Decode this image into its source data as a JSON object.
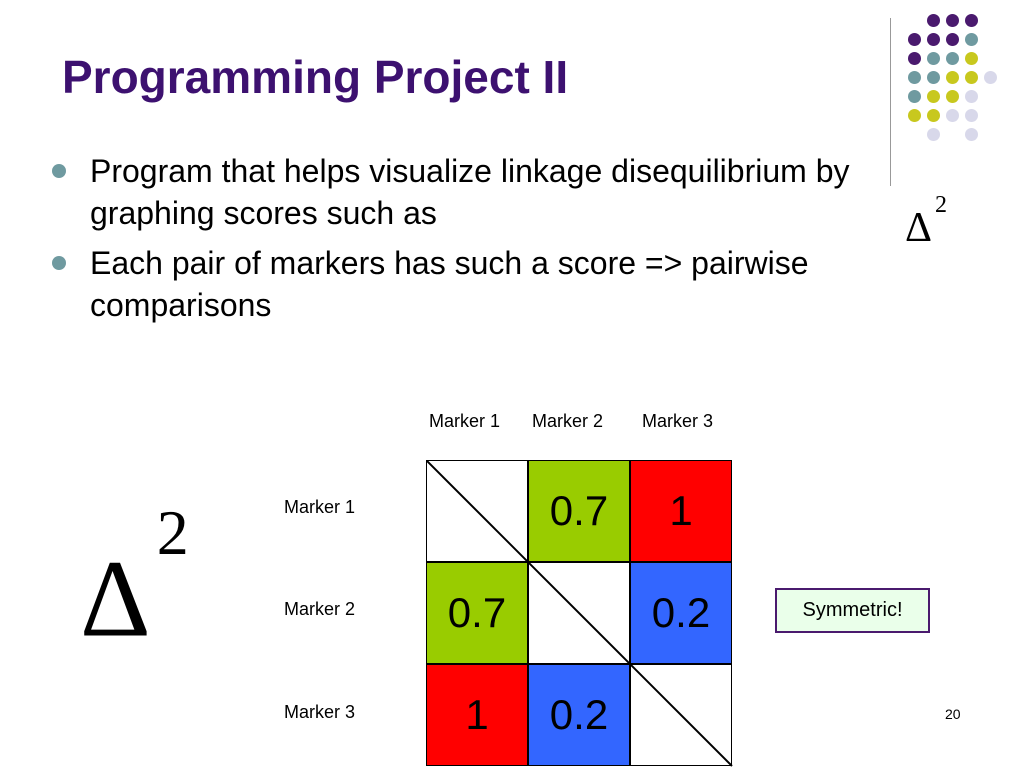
{
  "slide": {
    "title": "Programming Project II",
    "bullets": [
      "Program that helps visualize linkage disequilibrium by graphing scores such as",
      "Each pair of markers has such a score => pairwise comparisons"
    ],
    "inline_symbol": {
      "base": "Δ",
      "exponent": "2"
    },
    "big_symbol": {
      "base": "Δ",
      "exponent": "2"
    },
    "column_labels": [
      "Marker 1",
      "Marker 2",
      "Marker 3"
    ],
    "row_labels": [
      "Marker 1",
      "Marker 2",
      "Marker 3"
    ],
    "matrix": [
      [
        "",
        "0.7",
        "1"
      ],
      [
        "0.7",
        "",
        "0.2"
      ],
      [
        "1",
        "0.2",
        ""
      ]
    ],
    "matrix_colors": [
      [
        "#ffffff",
        "#99cc00",
        "#ff0000"
      ],
      [
        "#99cc00",
        "#ffffff",
        "#3366ff"
      ],
      [
        "#ff0000",
        "#3366ff",
        "#ffffff"
      ]
    ],
    "callout": "Symmetric!",
    "page_number": "20",
    "colors": {
      "title": "#3d1170",
      "bullet": "#6f9aa0",
      "dot_purple": "#4a1a6e",
      "dot_teal": "#6f9aa0",
      "dot_yellow": "#c8c81e",
      "dot_lavender": "#d8d8ea"
    }
  }
}
